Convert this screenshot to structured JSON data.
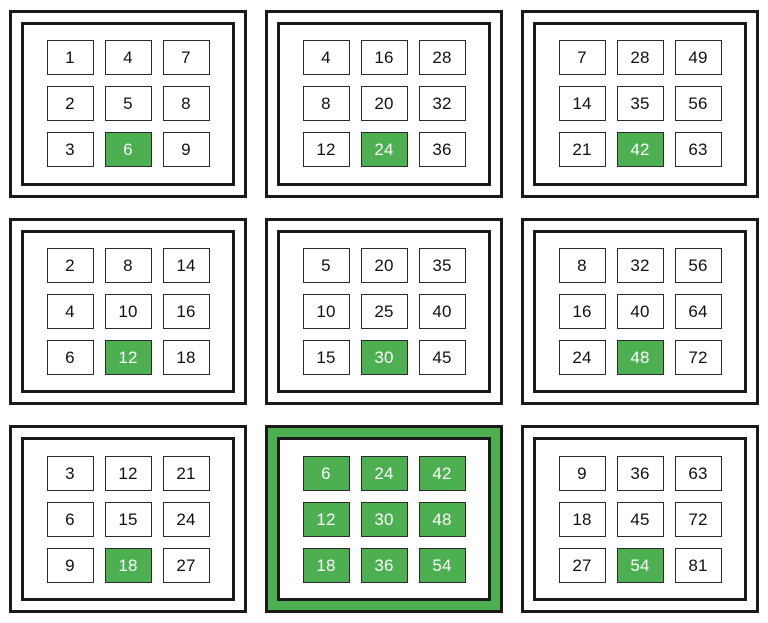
{
  "figure": {
    "kind": "multiplication-table-grid",
    "rows": 3,
    "cols": 3,
    "colors": {
      "highlight": "#4CAF50",
      "highlight_text": "#FFFFFF",
      "cell_background": "#FFFFFF",
      "cell_text": "#111111",
      "border": "#1A1A1A",
      "cell_border": "#2B2B2B",
      "page_background": "#FFFFFF"
    }
  },
  "panels": [
    {
      "id": "panel-1",
      "selected": false,
      "cells": [
        {
          "value": "1",
          "highlight": false
        },
        {
          "value": "4",
          "highlight": false
        },
        {
          "value": "7",
          "highlight": false
        },
        {
          "value": "2",
          "highlight": false
        },
        {
          "value": "5",
          "highlight": false
        },
        {
          "value": "8",
          "highlight": false
        },
        {
          "value": "3",
          "highlight": false
        },
        {
          "value": "6",
          "highlight": true
        },
        {
          "value": "9",
          "highlight": false
        }
      ]
    },
    {
      "id": "panel-2",
      "selected": false,
      "cells": [
        {
          "value": "4",
          "highlight": false
        },
        {
          "value": "16",
          "highlight": false
        },
        {
          "value": "28",
          "highlight": false
        },
        {
          "value": "8",
          "highlight": false
        },
        {
          "value": "20",
          "highlight": false
        },
        {
          "value": "32",
          "highlight": false
        },
        {
          "value": "12",
          "highlight": false
        },
        {
          "value": "24",
          "highlight": true
        },
        {
          "value": "36",
          "highlight": false
        }
      ]
    },
    {
      "id": "panel-3",
      "selected": false,
      "cells": [
        {
          "value": "7",
          "highlight": false
        },
        {
          "value": "28",
          "highlight": false
        },
        {
          "value": "49",
          "highlight": false
        },
        {
          "value": "14",
          "highlight": false
        },
        {
          "value": "35",
          "highlight": false
        },
        {
          "value": "56",
          "highlight": false
        },
        {
          "value": "21",
          "highlight": false
        },
        {
          "value": "42",
          "highlight": true
        },
        {
          "value": "63",
          "highlight": false
        }
      ]
    },
    {
      "id": "panel-4",
      "selected": false,
      "cells": [
        {
          "value": "2",
          "highlight": false
        },
        {
          "value": "8",
          "highlight": false
        },
        {
          "value": "14",
          "highlight": false
        },
        {
          "value": "4",
          "highlight": false
        },
        {
          "value": "10",
          "highlight": false
        },
        {
          "value": "16",
          "highlight": false
        },
        {
          "value": "6",
          "highlight": false
        },
        {
          "value": "12",
          "highlight": true
        },
        {
          "value": "18",
          "highlight": false
        }
      ]
    },
    {
      "id": "panel-5",
      "selected": false,
      "cells": [
        {
          "value": "5",
          "highlight": false
        },
        {
          "value": "20",
          "highlight": false
        },
        {
          "value": "35",
          "highlight": false
        },
        {
          "value": "10",
          "highlight": false
        },
        {
          "value": "25",
          "highlight": false
        },
        {
          "value": "40",
          "highlight": false
        },
        {
          "value": "15",
          "highlight": false
        },
        {
          "value": "30",
          "highlight": true
        },
        {
          "value": "45",
          "highlight": false
        }
      ]
    },
    {
      "id": "panel-6",
      "selected": false,
      "cells": [
        {
          "value": "8",
          "highlight": false
        },
        {
          "value": "32",
          "highlight": false
        },
        {
          "value": "56",
          "highlight": false
        },
        {
          "value": "16",
          "highlight": false
        },
        {
          "value": "40",
          "highlight": false
        },
        {
          "value": "64",
          "highlight": false
        },
        {
          "value": "24",
          "highlight": false
        },
        {
          "value": "48",
          "highlight": true
        },
        {
          "value": "72",
          "highlight": false
        }
      ]
    },
    {
      "id": "panel-7",
      "selected": false,
      "cells": [
        {
          "value": "3",
          "highlight": false
        },
        {
          "value": "12",
          "highlight": false
        },
        {
          "value": "21",
          "highlight": false
        },
        {
          "value": "6",
          "highlight": false
        },
        {
          "value": "15",
          "highlight": false
        },
        {
          "value": "24",
          "highlight": false
        },
        {
          "value": "9",
          "highlight": false
        },
        {
          "value": "18",
          "highlight": true
        },
        {
          "value": "27",
          "highlight": false
        }
      ]
    },
    {
      "id": "panel-8",
      "selected": true,
      "cells": [
        {
          "value": "6",
          "highlight": true
        },
        {
          "value": "24",
          "highlight": true
        },
        {
          "value": "42",
          "highlight": true
        },
        {
          "value": "12",
          "highlight": true
        },
        {
          "value": "30",
          "highlight": true
        },
        {
          "value": "48",
          "highlight": true
        },
        {
          "value": "18",
          "highlight": true
        },
        {
          "value": "36",
          "highlight": true
        },
        {
          "value": "54",
          "highlight": true
        }
      ]
    },
    {
      "id": "panel-9",
      "selected": false,
      "cells": [
        {
          "value": "9",
          "highlight": false
        },
        {
          "value": "36",
          "highlight": false
        },
        {
          "value": "63",
          "highlight": false
        },
        {
          "value": "18",
          "highlight": false
        },
        {
          "value": "45",
          "highlight": false
        },
        {
          "value": "72",
          "highlight": false
        },
        {
          "value": "27",
          "highlight": false
        },
        {
          "value": "54",
          "highlight": true
        },
        {
          "value": "81",
          "highlight": false
        }
      ]
    }
  ]
}
